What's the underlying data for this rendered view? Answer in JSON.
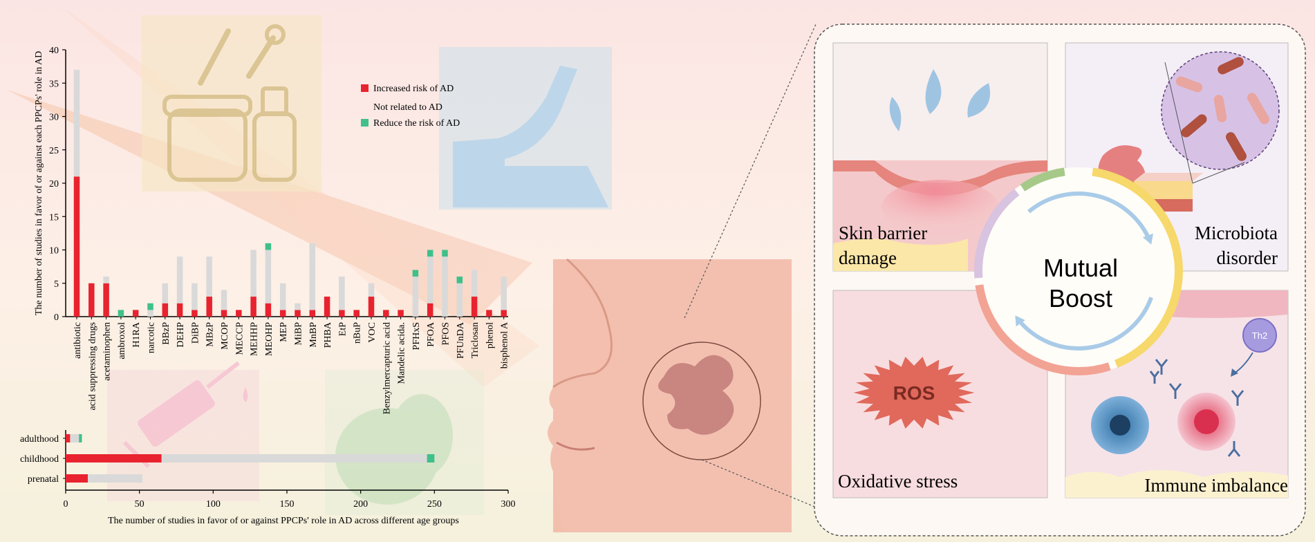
{
  "colors": {
    "increased": "#e8232f",
    "not_related": "#d9d9d9",
    "reduce": "#3fc08a",
    "panel_bg": "#f7e7e2",
    "ring_yellow": "#f6d86b",
    "ring_pink": "#f2a394",
    "ring_lilac": "#d8c3e0",
    "ring_green": "#a6c98a",
    "arrow_blue": "#a9cbe8"
  },
  "legend": {
    "increased": "Increased risk of AD",
    "not_related": "Not related to AD",
    "reduce": "Reduce the risk of AD"
  },
  "chart_data": [
    {
      "type": "bar",
      "stacked": true,
      "ylabel": "The number of studies in favor of or against each PPCPs' role in AD",
      "ylim": [
        0,
        40
      ],
      "yticks": [
        0,
        5,
        10,
        15,
        20,
        25,
        30,
        35,
        40
      ],
      "categories": [
        "antibiotic",
        "acid suppressing drugs",
        "acetaminophen",
        "ambroxol",
        "H1RA",
        "narcotic",
        "BBzP",
        "DEHP",
        "DiBP",
        "MBzP",
        "MCOP",
        "MECCP",
        "MEHHP",
        "MEOHP",
        "MEP",
        "MiBP",
        "MnBP",
        "PHBA",
        "EtP",
        "nBuP",
        "VOC",
        "Benzylmercapturic acid",
        "Mandelic acida.",
        "PFHxS",
        "PFOA",
        "PFOS",
        "PFUnDA",
        "Triclosan",
        "phenol",
        "bisphenol A"
      ],
      "series": [
        {
          "name": "Increased risk of AD",
          "values": [
            21,
            5,
            5,
            0,
            1,
            0,
            2,
            2,
            1,
            3,
            1,
            1,
            3,
            2,
            1,
            1,
            1,
            3,
            1,
            1,
            3,
            1,
            1,
            0,
            2,
            0,
            0,
            3,
            1,
            1
          ]
        },
        {
          "name": "Not related to AD",
          "values": [
            16,
            0,
            1,
            0,
            0,
            1,
            3,
            7,
            4,
            6,
            3,
            0,
            7,
            8,
            4,
            1,
            10,
            0,
            5,
            0,
            2,
            0,
            0,
            6,
            7,
            9,
            5,
            4,
            0,
            5
          ]
        },
        {
          "name": "Reduce the risk of AD",
          "values": [
            0,
            0,
            0,
            1,
            0,
            1,
            0,
            0,
            0,
            0,
            0,
            0,
            0,
            1,
            0,
            0,
            0,
            0,
            0,
            0,
            0,
            0,
            0,
            1,
            1,
            1,
            1,
            0,
            0,
            0
          ]
        }
      ]
    },
    {
      "type": "bar",
      "orientation": "horizontal",
      "stacked": true,
      "xlabel": "The number of studies in favor of or against PPCPs' role in AD across different age groups",
      "xlim": [
        0,
        300
      ],
      "xticks": [
        0,
        50,
        100,
        150,
        200,
        250,
        300
      ],
      "categories": [
        "adulthood",
        "childhood",
        "prenatal"
      ],
      "series": [
        {
          "name": "Increased risk of AD",
          "values": [
            3,
            65,
            15
          ]
        },
        {
          "name": "Not related to AD",
          "values": [
            6,
            180,
            37
          ]
        },
        {
          "name": "Reduce the risk of AD",
          "values": [
            2,
            5,
            0
          ]
        }
      ]
    }
  ],
  "diagram": {
    "center_line1": "Mutual",
    "center_line2": "Boost",
    "skin_line1": "Skin barrier",
    "skin_line2": "damage",
    "micro_line1": "Microbiota",
    "micro_line2": "disorder",
    "oxidative": "Oxidative stress",
    "immune": "Immune imbalance",
    "ros": "ROS",
    "th2": "Th2"
  }
}
